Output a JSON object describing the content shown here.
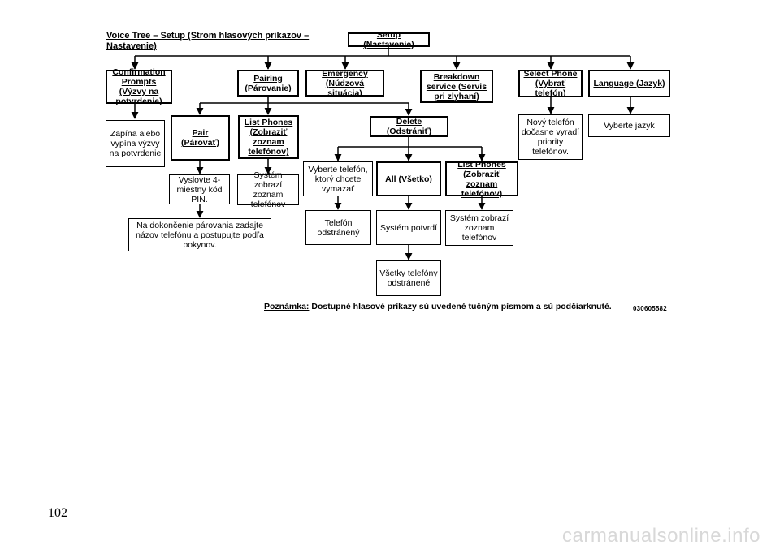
{
  "title_line1": "Voice Tree – Setup (Strom hlasových príkazov –",
  "title_line2": "Nastavenie)",
  "nodes": {
    "setup": "Setup (Nastavenie)",
    "confirmation": "Confirmation Prompts (Výzvy na potvrdenie)",
    "confirmation_desc": "Zapína alebo vypína výzvy na potvrdenie",
    "pairing": "Pairing (Párovanie)",
    "emergency": "Emergency (Núdzová situácia)",
    "breakdown": "Breakdown service (Servis pri zlyhaní)",
    "select_phone": "Select Phone (Vybrať telefón)",
    "select_phone_desc": "Nový telefón dočasne vyradí priority telefónov.",
    "language": "Language (Jazyk)",
    "language_desc": "Vyberte jazyk",
    "pair": "Pair (Párovať)",
    "pair_desc": "Vyslovte 4-miestny kód PIN.",
    "pair_final": "Na dokončenie párovania zadajte názov telefónu a postupujte podľa pokynov.",
    "list_phones": "List Phones (Zobraziť zoznam telefónov)",
    "list_phones_desc": "Systém zobrazí zoznam telefónov",
    "delete": "Delete (Odstrániť)",
    "delete_select": "Vyberte telefón, ktorý chcete vymazať",
    "delete_select_result": "Telefón odstránený",
    "all": "All (Všetko)",
    "all_confirm": "Systém potvrdí",
    "all_result": "Všetky telefóny odstránené",
    "delete_list": "List Phones (Zobraziť zoznam telefónov)",
    "delete_list_desc": "Systém zobrazí zoznam telefónov"
  },
  "note_label": "Poznámka:",
  "note_text": " Dostupné hlasové príkazy sú uvedené tučným písmom a sú podčiarknuté.",
  "figure_code": "030605582",
  "page_number": "102",
  "watermark": "carmanualsonline.info"
}
